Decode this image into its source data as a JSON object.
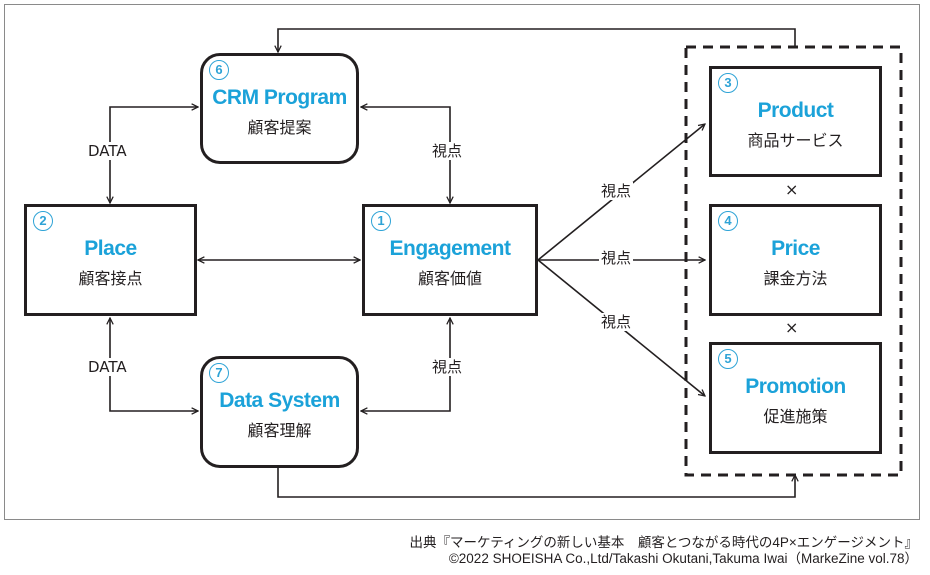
{
  "diagram": {
    "nodes": {
      "engagement": {
        "number": "1",
        "title": "Engagement",
        "subtitle": "顧客価値"
      },
      "place": {
        "number": "2",
        "title": "Place",
        "subtitle": "顧客接点"
      },
      "product": {
        "number": "3",
        "title": "Product",
        "subtitle": "商品サービス"
      },
      "price": {
        "number": "4",
        "title": "Price",
        "subtitle": "課金方法"
      },
      "promotion": {
        "number": "5",
        "title": "Promotion",
        "subtitle": "促進施策"
      },
      "crm": {
        "number": "6",
        "title": "CRM Program",
        "subtitle": "顧客提案"
      },
      "datasystem": {
        "number": "7",
        "title": "Data System",
        "subtitle": "顧客理解"
      }
    },
    "edge_labels": {
      "data_top": "DATA",
      "data_bottom": "DATA",
      "viewpoint_crm": "視点",
      "viewpoint_datasystem": "視点",
      "viewpoint_product": "視点",
      "viewpoint_price": "視点",
      "viewpoint_promotion": "視点"
    },
    "multiply_symbol_1": "×",
    "multiply_symbol_2": "×",
    "colors": {
      "accent": "#1ba2d9",
      "line": "#231f20",
      "frame": "#8a8a8a"
    }
  },
  "caption": {
    "line1": "出典『マーケティングの新しい基本　顧客とつながる時代の4P×エンゲージメント』",
    "line2": "©2022 SHOEISHA Co.,Ltd/Takashi Okutani,Takuma Iwai（MarkeZine vol.78）"
  }
}
